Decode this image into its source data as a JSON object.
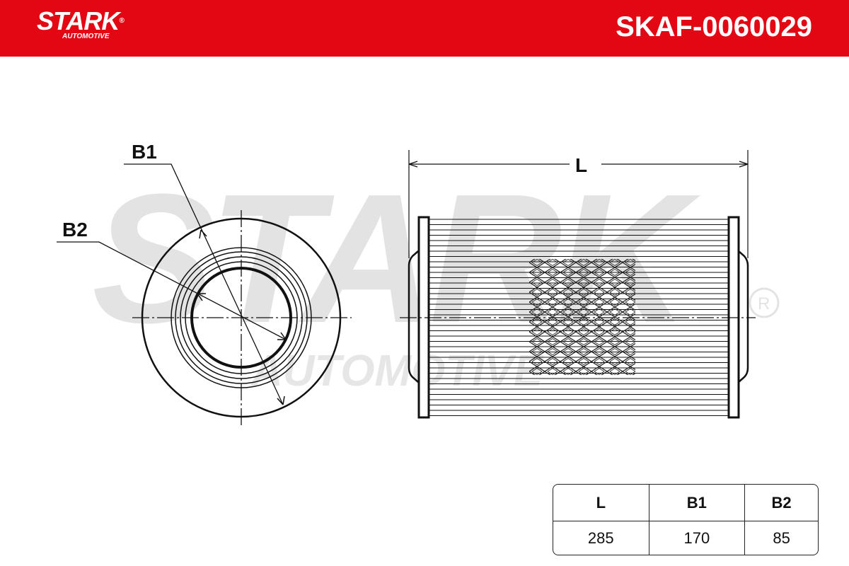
{
  "header": {
    "brand": "STARK",
    "brand_sub": "AUTOMOTIVE",
    "registered": "®",
    "part_number": "SKAF-0060029",
    "color": "#e30613"
  },
  "watermark": {
    "text": "STARK",
    "sub": "AUTOMOTIVE"
  },
  "drawing": {
    "labels": {
      "b1": "B1",
      "b2": "B2",
      "l": "L"
    }
  },
  "spec_table": {
    "headers": [
      "L",
      "B1",
      "B2"
    ],
    "values": [
      "285",
      "170",
      "85"
    ]
  }
}
